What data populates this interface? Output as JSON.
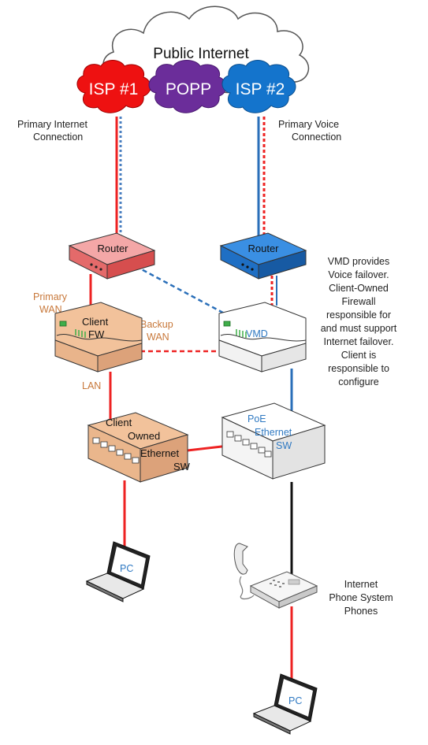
{
  "cloud": {
    "label": "Public Internet"
  },
  "isp1": {
    "label": "ISP #1",
    "color": "#ee1111"
  },
  "popp": {
    "label": "POPP",
    "color": "#6b2d9a"
  },
  "isp2": {
    "label": "ISP #2",
    "color": "#1474cc"
  },
  "connections": {
    "primary_internet": [
      "Primary Internet",
      "Connection"
    ],
    "primary_voice": [
      "Primary Voice",
      "Connection"
    ]
  },
  "router_left": {
    "label": "Router",
    "color": "#f08585"
  },
  "router_right": {
    "label": "Router",
    "color": "#2f86df"
  },
  "primary_wan": [
    "Primary",
    "WAN"
  ],
  "backup_wan": [
    "Backup",
    "WAN"
  ],
  "lan_label": "LAN",
  "client_fw": {
    "lines": [
      "Client",
      "FW"
    ]
  },
  "vmd": {
    "label": "VMD"
  },
  "note": [
    "VMD provides",
    "Voice failover.",
    "Client-Owned",
    "Firewall",
    "responsible for",
    "and must support",
    "Internet failover.",
    "Client is",
    "responsible to",
    "configure"
  ],
  "client_switch": {
    "lines": [
      "Client",
      "Owned",
      "Ethernet",
      "SW"
    ]
  },
  "poe_switch": {
    "lines": [
      "PoE",
      "Ethernet",
      "SW"
    ]
  },
  "pc_left": {
    "label": "PC"
  },
  "pc_right": {
    "label": "PC"
  },
  "phones": [
    "Internet",
    "Phone System",
    "Phones"
  ],
  "colors": {
    "red": "#ee2222",
    "blue": "#2a6fb9",
    "black": "#111111",
    "orange_device": "#f2c29b",
    "orange_text": "#c8783a"
  }
}
